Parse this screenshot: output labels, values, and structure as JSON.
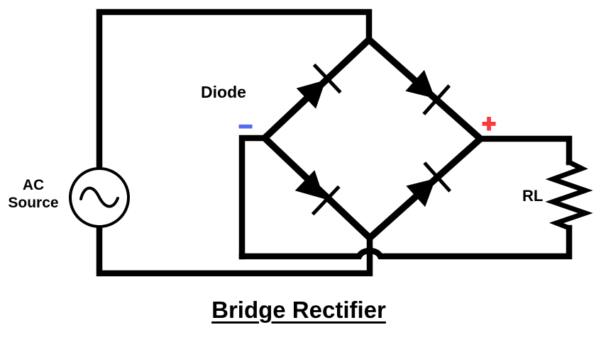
{
  "diagram": {
    "title": "Bridge Rectifier",
    "labels": {
      "ac_source_line1": "AC",
      "ac_source_line2": "Source",
      "diode": "Diode",
      "negative_terminal": "−",
      "positive_terminal": "+",
      "load_resistor": "RL"
    },
    "colors": {
      "wire": "#000000",
      "label_text": "#000000",
      "negative_terminal": "#5a6cee",
      "positive_terminal": "#fa3b3b",
      "background": "#ffffff"
    }
  }
}
